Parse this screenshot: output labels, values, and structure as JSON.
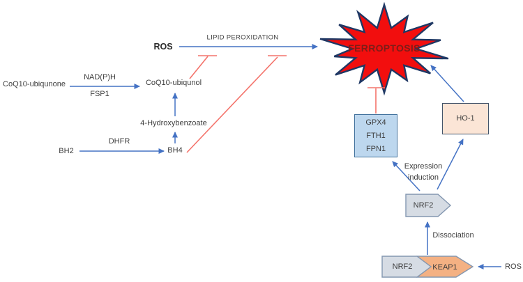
{
  "nodes": {
    "coq10_ubiquinone": "CoQ10-ubiqunone",
    "nadph": "NAD(P)H",
    "fsp1": "FSP1",
    "coq10_ubiquinol": "CoQ10-ubiqunol",
    "hydroxybenzoate": "4-Hydroxybenzoate",
    "dhfr": "DHFR",
    "bh2": "BH2",
    "bh4": "BH4",
    "ros_top": "ROS",
    "lipid_peroxidation": "LIPID PEROXIDATION",
    "ferroptosis": "FERROPTOSIS",
    "gpx4_lines": [
      "GPX4",
      "FTH1",
      "FPN1"
    ],
    "ho1": "HO-1",
    "expression_line1": "Expression",
    "expression_line2": "induction",
    "nrf2_free": "NRF2",
    "dissociation": "Dissociation",
    "nrf2_bound": "NRF2",
    "keap1": "KEAP1",
    "ros_bottom": "ROS"
  },
  "colors": {
    "arrow_blue": "#4472C4",
    "inhibit_red": "#F4736B",
    "star_fill": "#F20E0E",
    "star_outline": "#1F3864",
    "ferroptosis_text": "#7E1D18",
    "gpx4_fill": "#BDD7EE",
    "gpx4_border": "#41719C",
    "ho1_fill": "#FBE5D6",
    "ho1_border": "#44546A",
    "nrf2_fill": "#D6DCE4",
    "nrf2_border": "#8497B0",
    "keap1_fill": "#F4B183",
    "keap1_border": "#8497B0"
  }
}
